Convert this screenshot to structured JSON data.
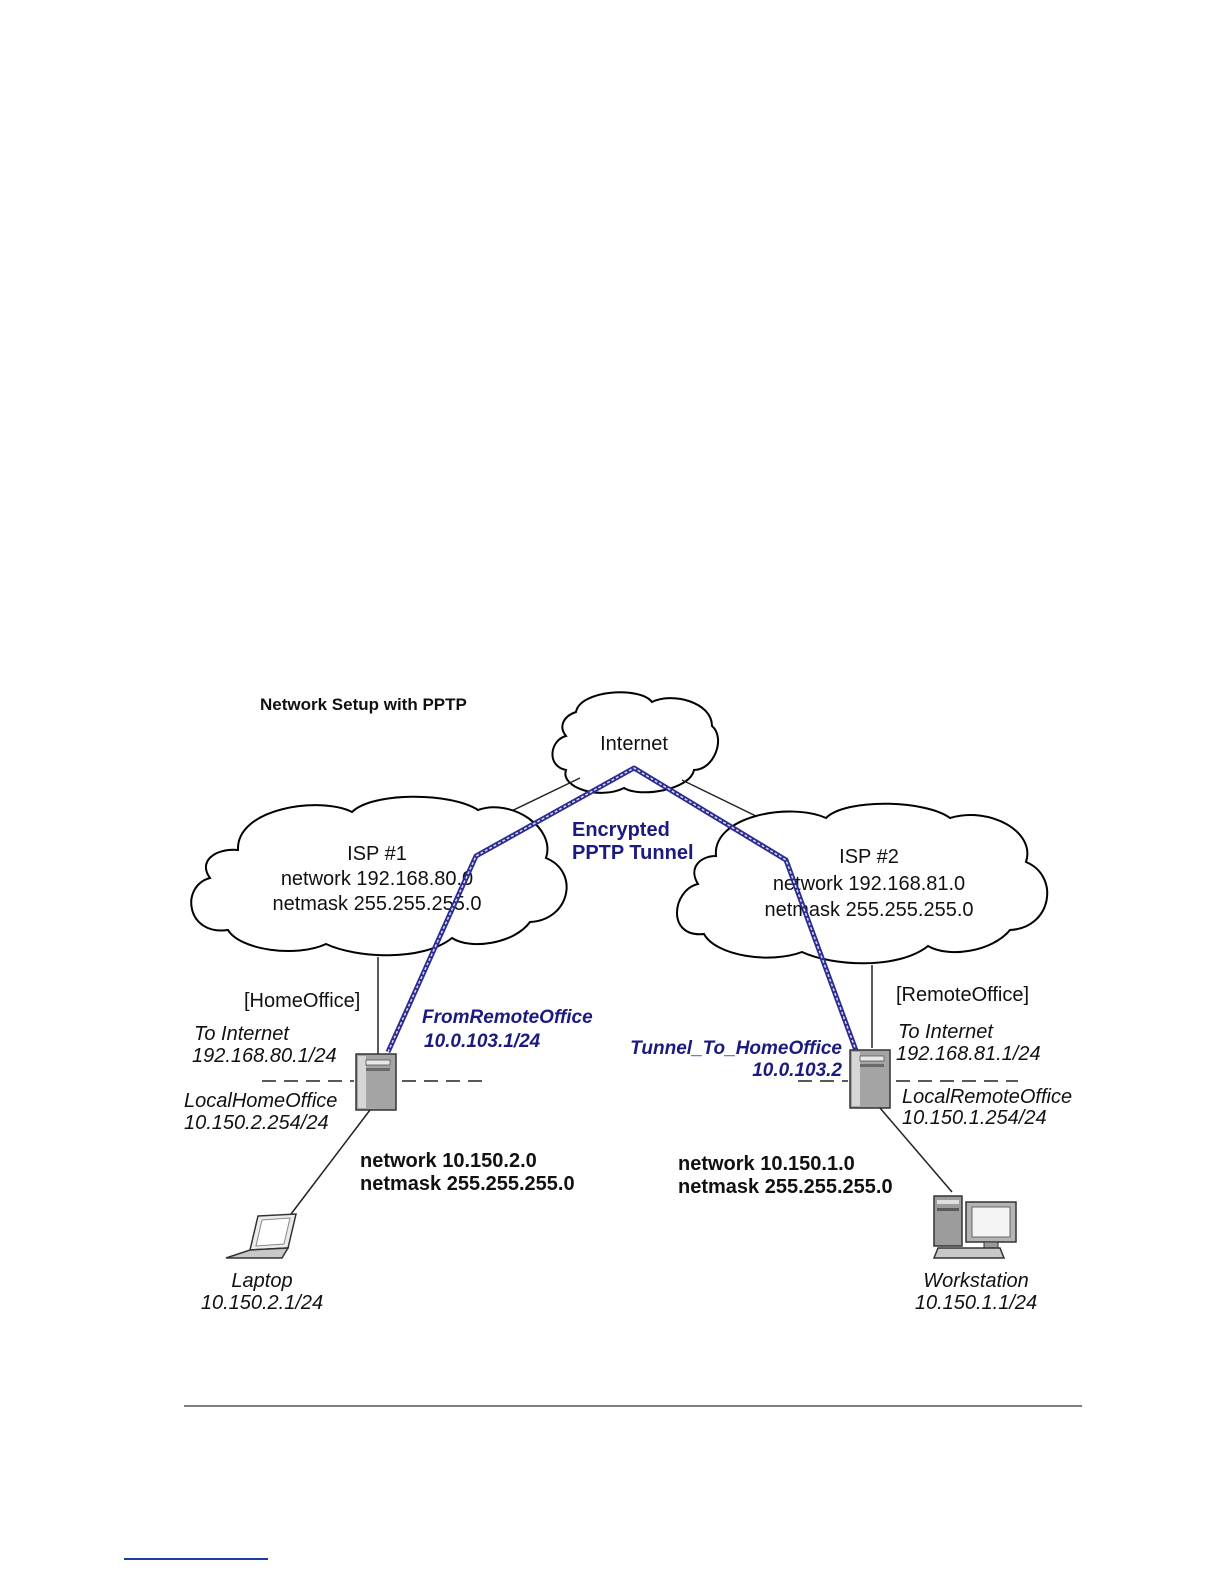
{
  "title": "Network Setup with PPTP",
  "internet": {
    "label": "Internet"
  },
  "isp1": {
    "name": "ISP #1",
    "network": "network 192.168.80.0",
    "netmask": "netmask 255.255.255.0"
  },
  "isp2": {
    "name": "ISP #2",
    "network": "network 192.168.81.0",
    "netmask": "netmask 255.255.255.0"
  },
  "tunnel": {
    "label_line1": "Encrypted",
    "label_line2": "PPTP Tunnel",
    "color": "#2b2b90"
  },
  "home": {
    "name": "[HomeOffice]",
    "to_internet": "To Internet",
    "to_internet_ip": "192.168.80.1/24",
    "local_name": "LocalHomeOffice",
    "local_ip": "10.150.2.254/24",
    "tunnel_name": "FromRemoteOffice",
    "tunnel_ip": "10.0.103.1/24",
    "lan_network": "network 10.150.2.0",
    "lan_netmask": "netmask 255.255.255.0"
  },
  "remote": {
    "name": "[RemoteOffice]",
    "to_internet": "To Internet",
    "to_internet_ip": "192.168.81.1/24",
    "local_name": "LocalRemoteOffice",
    "local_ip": "10.150.1.254/24",
    "tunnel_name": "Tunnel_To_HomeOffice",
    "tunnel_ip": "10.0.103.2",
    "lan_network": "network 10.150.1.0",
    "lan_netmask": "netmask 255.255.255.0"
  },
  "laptop": {
    "name": "Laptop",
    "ip": "10.150.2.1/24"
  },
  "workstation": {
    "name": "Workstation",
    "ip": "10.150.1.1/24"
  },
  "icons": {
    "cloud": "cloud-icon",
    "firewall": "server-tower-icon",
    "laptop": "laptop-icon",
    "workstation": "desktop-computer-icon"
  }
}
